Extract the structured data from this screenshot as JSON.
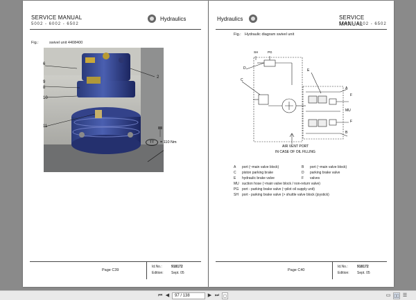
{
  "left_page": {
    "header": {
      "title": "SERVICE MANUAL",
      "models": "5002 - 6002 - 6502",
      "section": "Hydraulics"
    },
    "fig_label": "Fig.:",
    "fig_caption": "swivel unit 4408400",
    "callouts": [
      "6",
      "2",
      "9",
      "8",
      "10",
      "11"
    ],
    "torque": {
      "code": "TT",
      "text": "= 110 Nm"
    },
    "footer": {
      "page": "Page C39",
      "id_label": "Id.No.:",
      "id_value": "918172",
      "edition_label": "Edition:",
      "edition_value": "Sept. 05"
    }
  },
  "right_page": {
    "header": {
      "title": "SERVICE MANUAL",
      "models": "5002 - 6002 - 6502",
      "section": "Hydraulics"
    },
    "fig_label": "Fig.:",
    "fig_caption": "Hydraulic diagram swivel unit",
    "diagram": {
      "labels": {
        "sh": "SH",
        "pg": "PG",
        "d": "D",
        "c": "C",
        "e": "E",
        "a": "A",
        "f1": "F",
        "mu": "MU",
        "f2": "F",
        "b": "B"
      },
      "note1": "AIR VENT PORT",
      "note2": "IN CASE OF OIL FILLING"
    },
    "legend": [
      {
        "k1": "A",
        "v1": "port (~main valve block)",
        "k2": "B",
        "v2": "port (~main valve block)"
      },
      {
        "k1": "C",
        "v1": "piston parking brake",
        "k2": "D",
        "v2": "parking brake valve"
      },
      {
        "k1": "E",
        "v1": "hydraulic brake valve",
        "k2": "F",
        "v2": "valves"
      },
      {
        "k1": "MU",
        "v1": "suction hose (~main valve block / non-return valve)"
      },
      {
        "k1": "PG",
        "v1": "port - parking brake valve (~pilot oil supply unit)"
      },
      {
        "k1": "SH",
        "v1": "port - parking brake valve (> shuttle valve block (joystick)"
      }
    ],
    "footer": {
      "page": "Page C40",
      "id_label": "Id.No.:",
      "id_value": "918172",
      "edition_label": "Edition:",
      "edition_value": "Sept. 05"
    }
  },
  "toolbar": {
    "page_field": "97 / 138"
  }
}
